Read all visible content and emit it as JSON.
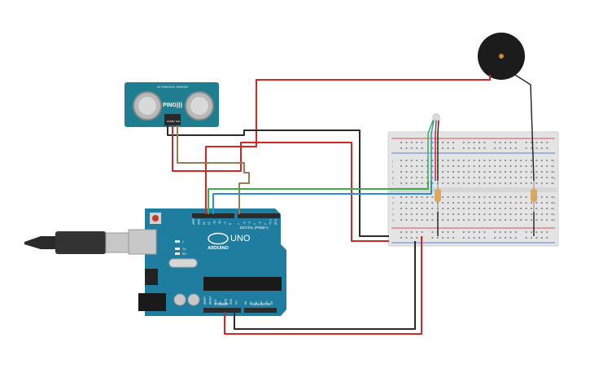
{
  "sensor": {
    "brand": "PING)))",
    "board_text": "ULTRASONIC SENSOR",
    "pin_labels": [
      "GND",
      "5V",
      "SIG"
    ]
  },
  "arduino": {
    "logo": "ARDUINO",
    "model": "UNO",
    "digital_label": "DIGITAL (PWM~)",
    "power_label": "POWER",
    "analog_label": "ANALOG IN",
    "header_top_left": [
      "AREF",
      "GND",
      "13",
      "12",
      "~11",
      "~10",
      "~9",
      "8"
    ],
    "header_top_right": [
      "7",
      "~6",
      "~5",
      "4",
      "~3",
      "2",
      "TX 1",
      "RX 0"
    ],
    "header_bottom_power": [
      "IOREF",
      "RESET",
      "3.3V",
      "5V",
      "GND",
      "GND",
      "Vin"
    ],
    "header_bottom_analog": [
      "A0",
      "A1",
      "A2",
      "A3",
      "A4",
      "A5"
    ],
    "led_labels": [
      "L",
      "TX",
      "RX"
    ]
  },
  "breadboard": {
    "row_letters_top": [
      "j",
      "i",
      "h",
      "g",
      "f"
    ],
    "row_letters_bottom": [
      "e",
      "d",
      "c",
      "b",
      "a"
    ],
    "column_count": 30
  },
  "colors": {
    "wire_red": "#d42626",
    "wire_black": "#2b2b2b",
    "wire_green": "#3fae49",
    "wire_blue": "#2b8fd6",
    "wire_brown": "#9c7a52",
    "board_teal": "#1e7d8f",
    "arduino_blue": "#1f7ea0",
    "breadboard": "#e9e9e9"
  }
}
